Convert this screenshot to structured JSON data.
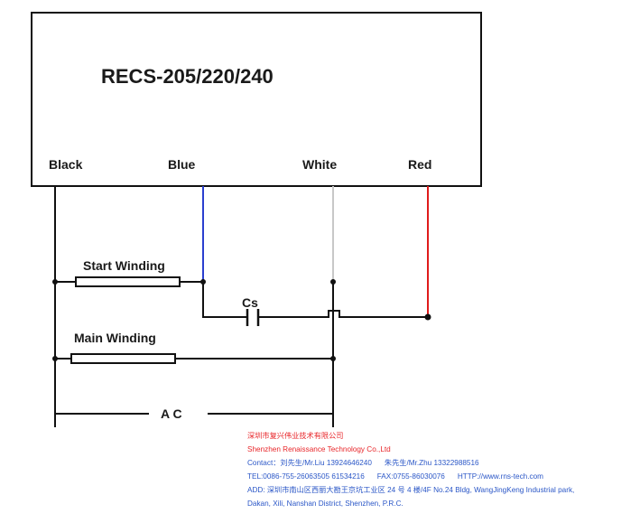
{
  "device": {
    "model": "RECS-205/220/240"
  },
  "terminals": {
    "black": "Black",
    "blue": "Blue",
    "white": "White",
    "red": "Red"
  },
  "components": {
    "start_winding": "Start Winding",
    "main_winding": "Main Winding",
    "capacitor": "Cs",
    "supply": "A C"
  },
  "company": {
    "name_cn": "深圳市复兴伟业技术有限公司",
    "name_en": "Shenzhen Renaissance Technology Co.,Ltd",
    "contact_label": "Contact：",
    "contact_1": "刘先生/Mr.Liu   13924646240",
    "contact_2": "朱先生/Mr.Zhu   13322988516",
    "tel": "TEL:0086-755-26063505 61534216",
    "fax": "FAX:0755-86030076",
    "web": "HTTP://www.rns-tech.com",
    "address_1": "ADD: 深圳市南山区西丽大勘王京坑工业区 24 号 4 楼/4F No.24 Bldg, WangJingKeng Industrial park,",
    "address_2": "Dakan, Xili, Nanshan District, Shenzhen, P.R.C."
  },
  "colors": {
    "wire_black": "#111111",
    "wire_blue": "#2b3fcf",
    "wire_white": "#c8c8c8",
    "wire_red": "#e01b1b",
    "company_text": "#e8262a"
  }
}
